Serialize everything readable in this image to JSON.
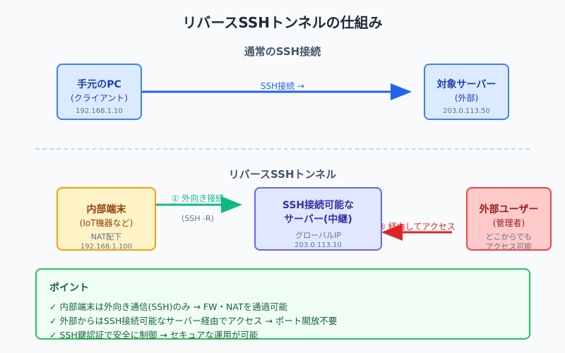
{
  "title": "リバースSSHトンネルの仕組み",
  "normal_section": {
    "title": "通常のSSH接続",
    "client": {
      "name": "手元のPC",
      "role": "(クライアント)",
      "ip": "192.168.1.10"
    },
    "target": {
      "name": "対象サーバー",
      "role": "(外部)",
      "ip": "203.0.113.50"
    },
    "arrow_label": "SSH接続 →"
  },
  "reverse_section": {
    "title": "リバースSSHトンネル",
    "internal": {
      "name": "内部端末",
      "role": "(IoT機器など)",
      "note": "NAT配下",
      "ip": "192.168.1.100"
    },
    "relay": {
      "name_line1": "SSH接続可能な",
      "name_line2": "サーバー(中継)",
      "note": "グローバルIP",
      "ip": "203.0.113.10"
    },
    "user": {
      "name": "外部ユーザー",
      "role": "(管理者)",
      "note_line1": "どこからでも",
      "note_line2": "アクセス可能"
    },
    "arrow1_label": "① 外向き接続",
    "arrow1_sublabel": "(SSH -R)",
    "arrow2_label": "② 経由してアクセス"
  },
  "points": {
    "title": "ポイント",
    "items": [
      "✓ 内部端末は外向き通信(SSH)のみ → FW・NATを通過可能",
      "✓ 外部からはSSH接続可能なサーバー経由でアクセス → ポート開放不要",
      "✓ SSH鍵認証で安全に制御 → セキュアな運用が可能"
    ]
  },
  "colors": {
    "blue": "#2563eb",
    "green": "#10b981",
    "red": "#dc2626",
    "amber": "#f59e0b",
    "indigo": "#6366f1",
    "points_green": "#22c55e"
  }
}
